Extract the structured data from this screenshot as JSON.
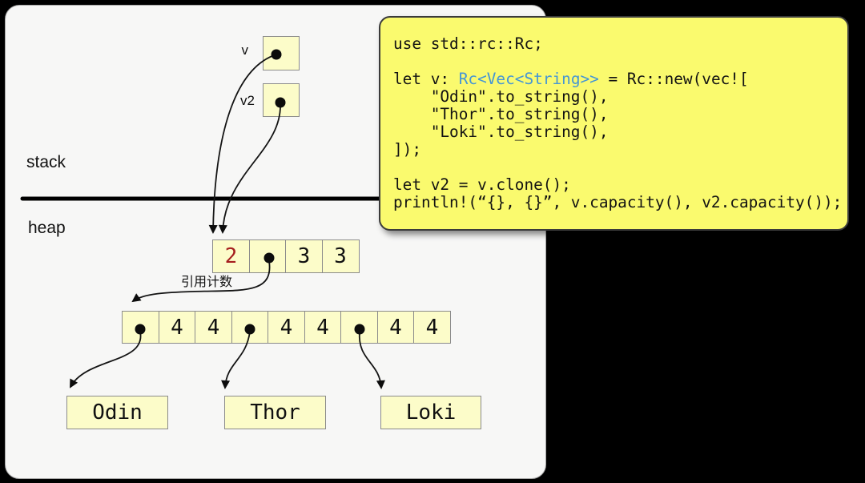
{
  "diagram": {
    "stack_label": "stack",
    "heap_label": "heap",
    "v_label": "v",
    "v2_label": "v2",
    "refcount_label": "引用计数",
    "rc_row": {
      "cells": [
        "2",
        "",
        "3",
        "3"
      ]
    },
    "vec_row": {
      "cells": [
        "",
        "4",
        "4",
        "",
        "4",
        "4",
        "",
        "4",
        "4"
      ]
    },
    "strings": [
      "Odin",
      "Thor",
      "Loki"
    ]
  },
  "code": {
    "l1": "use std::rc::Rc;",
    "l3a": "let v: ",
    "l3b": "Rc<Vec<String>>",
    "l3c": " = Rc::new(vec![",
    "l4": "    \"Odin\".to_string(),",
    "l5": "    \"Thor\".to_string(),",
    "l6": "    \"Loki\".to_string(),",
    "l7": "]);",
    "l9": "let v2 = v.clone();",
    "l10": "println!(“{}, {}”, v.capacity(), v2.capacity());"
  },
  "colors": {
    "background": "#000000",
    "panel_bg": "#F7F7F6",
    "cell_bg": "#FCFCC9",
    "code_box_bg": "#FAFA6E",
    "type_annotation_blue": "#4596D5",
    "refcount_red": "#A51E1E"
  }
}
